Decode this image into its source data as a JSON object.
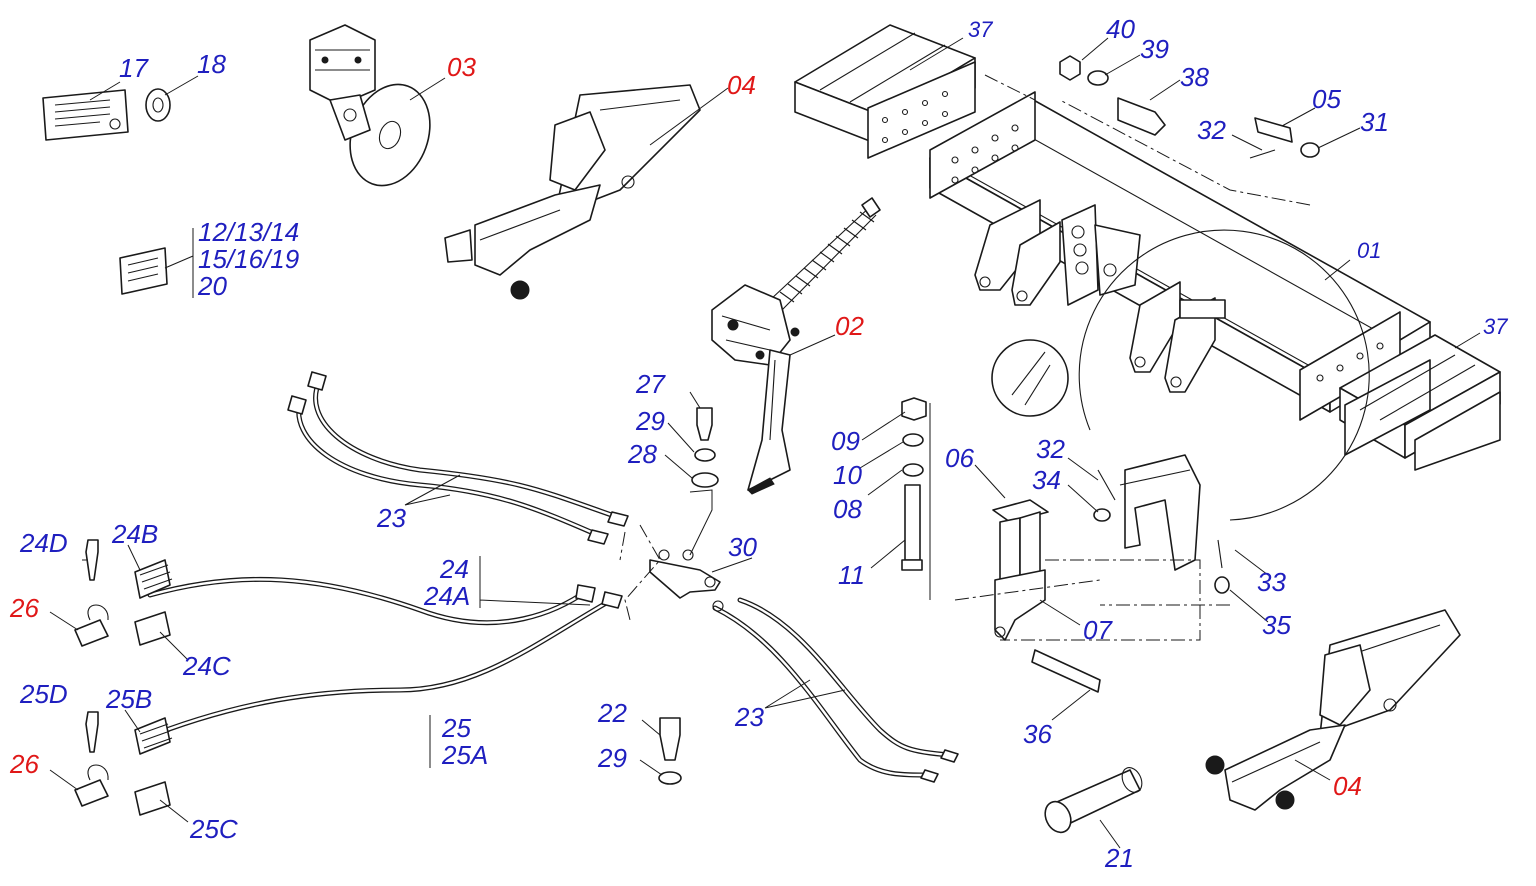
{
  "colors": {
    "assembly_label": "#e01818",
    "part_label": "#1f1fbf",
    "line": "#1a1a1a",
    "background": "#ffffff"
  },
  "labels": {
    "p01": "01",
    "p02": "02",
    "p03": "03",
    "p04a": "04",
    "p04b": "04",
    "p05": "05",
    "p06": "06",
    "p07": "07",
    "p08": "08",
    "p09": "09",
    "p10": "10",
    "p11": "11",
    "p12": "12/13/14",
    "p15": "15/16/19",
    "p20": "20",
    "p17": "17",
    "p18": "18",
    "p21": "21",
    "p22": "22",
    "p23a": "23",
    "p23b": "23",
    "p24": "24",
    "p24a": "24A",
    "p24b": "24B",
    "p24c": "24C",
    "p24d": "24D",
    "p25": "25",
    "p25a": "25A",
    "p25b": "25B",
    "p25c": "25C",
    "p25d": "25D",
    "p26a": "26",
    "p26b": "26",
    "p27": "27",
    "p28": "28",
    "p29a": "29",
    "p29b": "29",
    "p30": "30",
    "p31": "31",
    "p32a": "32",
    "p32b": "32",
    "p33": "33",
    "p34": "34",
    "p35": "35",
    "p36": "36",
    "p37a": "37",
    "p37b": "37",
    "p38": "38",
    "p39": "39",
    "p40": "40"
  }
}
